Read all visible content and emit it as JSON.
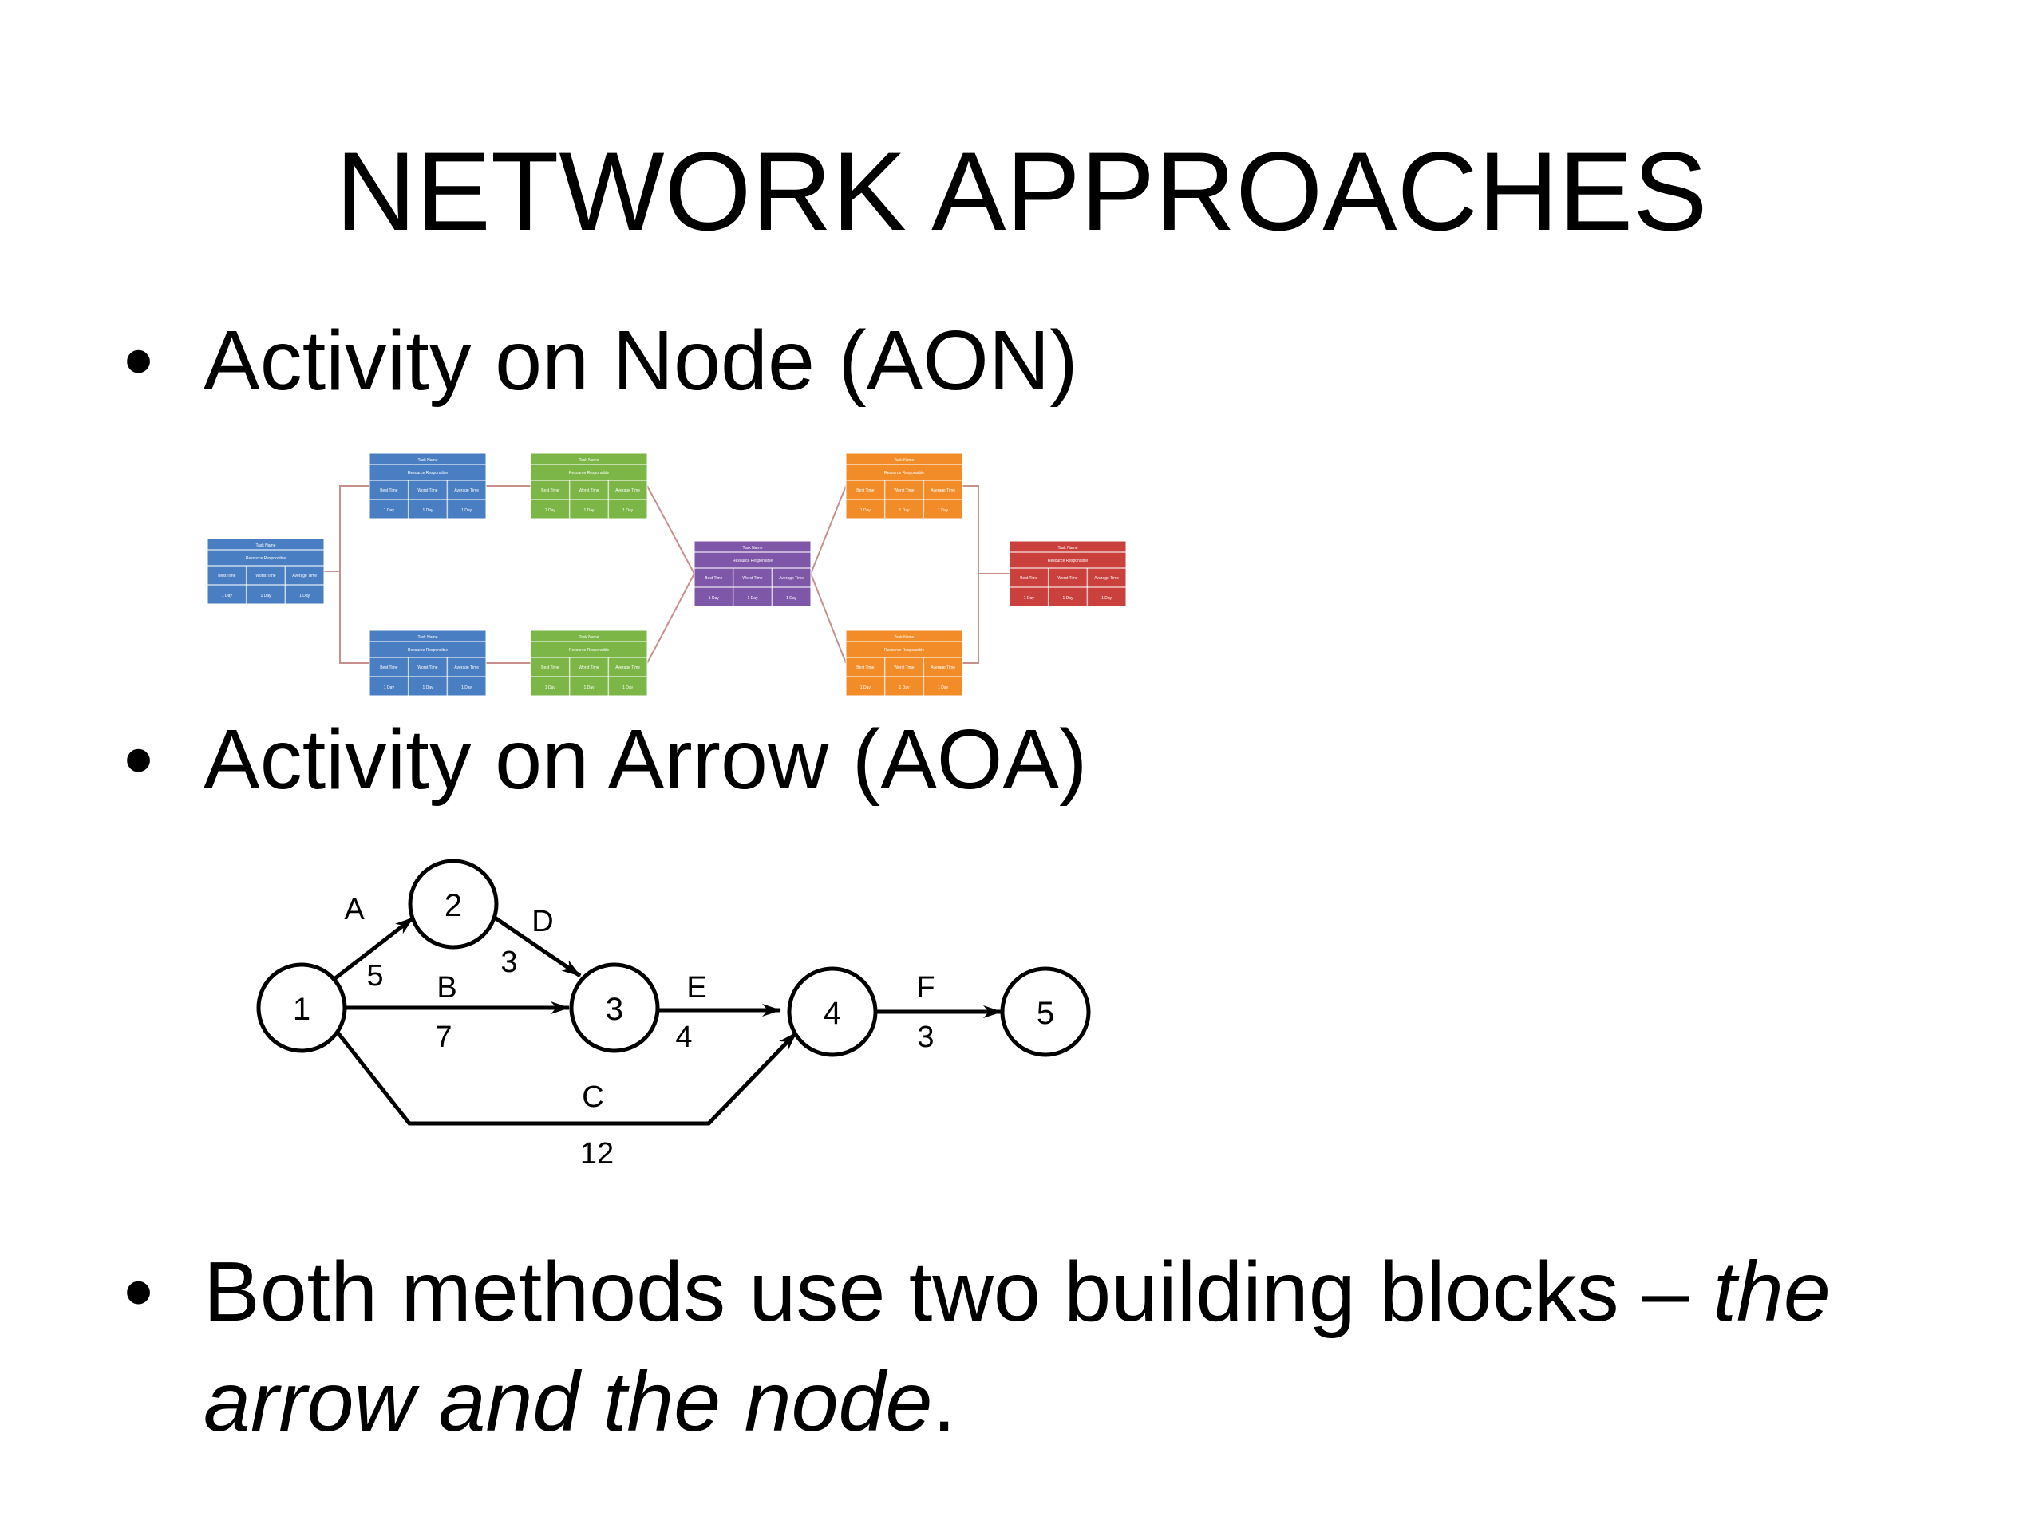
{
  "slide": {
    "title": "NETWORK APPROACHES",
    "bullet_glyph": "•",
    "bullets": [
      {
        "text": "Activity on Node (AON)"
      },
      {
        "text": "Activity on Arrow (AOA)"
      },
      {
        "text_plain": "Both methods use two building blocks – ",
        "text_italic_1": "the",
        "text_italic_2": "arrow and the node",
        "text_end": "."
      }
    ]
  },
  "aon_diagram": {
    "colors": {
      "blue": "#4A7EC2",
      "green": "#7BB646",
      "purple": "#7E57A8",
      "orange": "#F28C28",
      "red": "#C9403D",
      "connector": "#c8908c"
    },
    "box_labels": {
      "header": "Task Name",
      "row2": "Resource Responsible",
      "row3": [
        "Best Time",
        "Worst Time",
        "Average Time"
      ],
      "row4": [
        "1 Day",
        "1 Day",
        "1 Day"
      ]
    }
  },
  "aoa_diagram": {
    "nodes": [
      "1",
      "2",
      "3",
      "4",
      "5"
    ],
    "activities": [
      {
        "name": "A",
        "duration": "5"
      },
      {
        "name": "B",
        "duration": "7"
      },
      {
        "name": "C",
        "duration": "12"
      },
      {
        "name": "D",
        "duration": "3"
      },
      {
        "name": "E",
        "duration": "4"
      },
      {
        "name": "F",
        "duration": "3"
      }
    ]
  }
}
